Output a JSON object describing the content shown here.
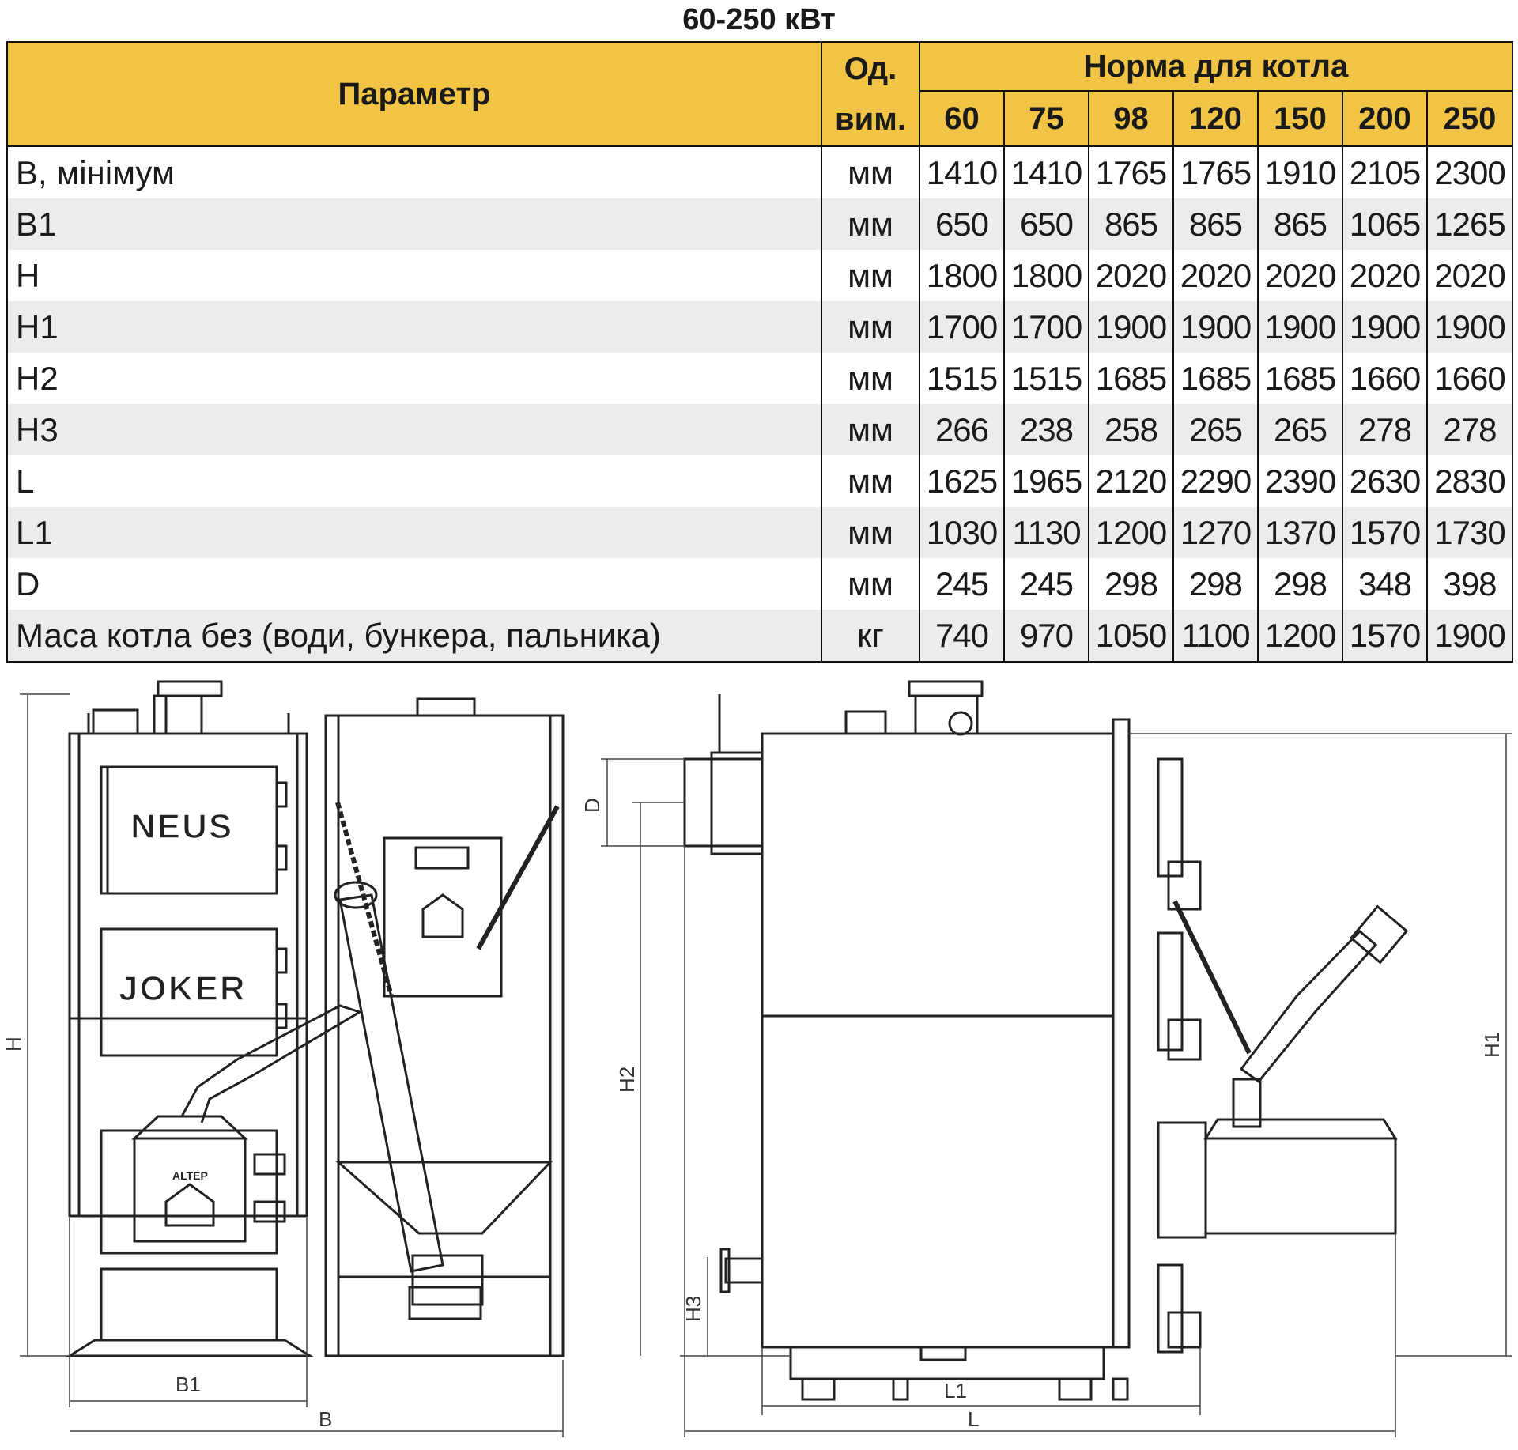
{
  "title": "60-250 кВт",
  "table": {
    "param_header": "Параметр",
    "unit_header_line1": "Од.",
    "unit_header_line2": "вим.",
    "norm_header": "Норма для котла",
    "models": [
      "60",
      "75",
      "98",
      "120",
      "150",
      "200",
      "250"
    ],
    "rows": [
      {
        "param": "B, мінімум",
        "unit": "мм",
        "values": [
          "1410",
          "1410",
          "1765",
          "1765",
          "1910",
          "2105",
          "2300"
        ]
      },
      {
        "param": "B1",
        "unit": "мм",
        "values": [
          "650",
          "650",
          "865",
          "865",
          "865",
          "1065",
          "1265"
        ]
      },
      {
        "param": "H",
        "unit": "мм",
        "values": [
          "1800",
          "1800",
          "2020",
          "2020",
          "2020",
          "2020",
          "2020"
        ]
      },
      {
        "param": "H1",
        "unit": "мм",
        "values": [
          "1700",
          "1700",
          "1900",
          "1900",
          "1900",
          "1900",
          "1900"
        ]
      },
      {
        "param": "H2",
        "unit": "мм",
        "values": [
          "1515",
          "1515",
          "1685",
          "1685",
          "1685",
          "1660",
          "1660"
        ]
      },
      {
        "param": "H3",
        "unit": "мм",
        "values": [
          "266",
          "238",
          "258",
          "265",
          "265",
          "278",
          "278"
        ]
      },
      {
        "param": "L",
        "unit": "мм",
        "values": [
          "1625",
          "1965",
          "2120",
          "2290",
          "2390",
          "2630",
          "2830"
        ]
      },
      {
        "param": "L1",
        "unit": "мм",
        "values": [
          "1030",
          "1130",
          "1200",
          "1270",
          "1370",
          "1570",
          "1730"
        ]
      },
      {
        "param": "D",
        "unit": "мм",
        "values": [
          "245",
          "245",
          "298",
          "298",
          "298",
          "348",
          "398"
        ]
      },
      {
        "param": "Маса котла без (води, бункера, пальника)",
        "unit": "кг",
        "values": [
          "740",
          "970",
          "1050",
          "1100",
          "1200",
          "1570",
          "1900"
        ]
      }
    ]
  },
  "drawing": {
    "brand_neus": "NEUS",
    "brand_joker": "JOKER",
    "brand_altep": "ALTEP",
    "dim_labels": {
      "H": "H",
      "B1": "B1",
      "B": "B",
      "D": "D",
      "H2": "H2",
      "H3": "H3",
      "H1": "H1",
      "L1": "L1",
      "L": "L"
    }
  }
}
